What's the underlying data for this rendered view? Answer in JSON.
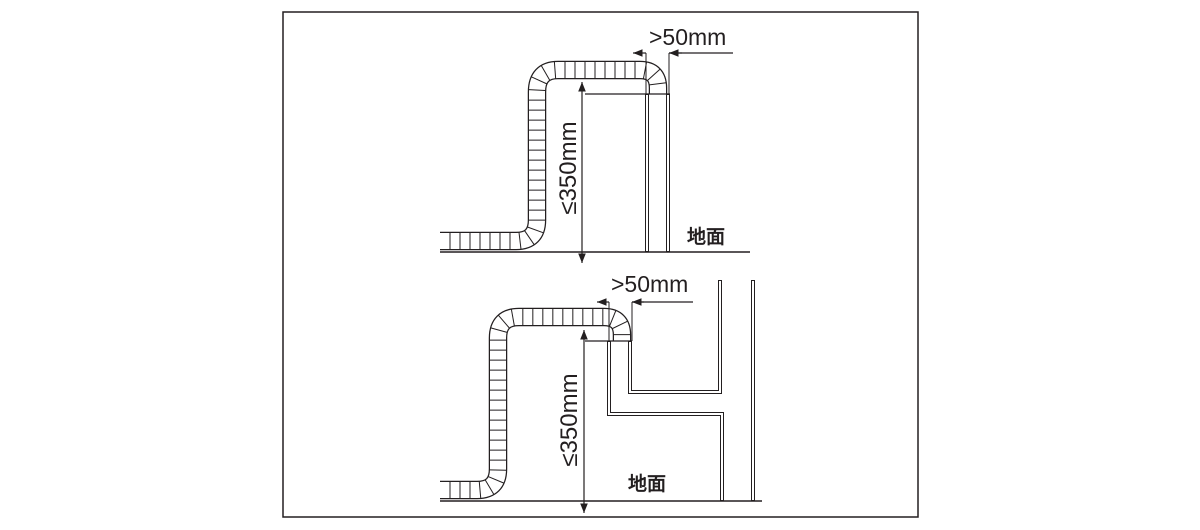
{
  "colors": {
    "line": "#231f20",
    "background": "#ffffff"
  },
  "top_diagram": {
    "gap_label": ">50mm",
    "height_label": "≤350mm",
    "floor_label": "地面"
  },
  "bottom_diagram": {
    "gap_label": ">50mm",
    "height_label": "≤350mm",
    "floor_label": "地面"
  }
}
